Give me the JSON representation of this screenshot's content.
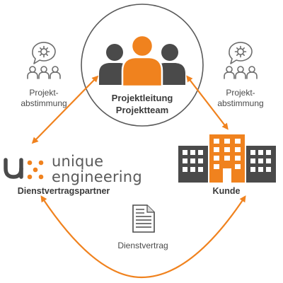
{
  "center": {
    "line1": "Projektleitung",
    "line2": "Projektteam"
  },
  "left_meeting": {
    "line1": "Projekt-",
    "line2": "abstimmung",
    "icon": "meeting-icon"
  },
  "right_meeting": {
    "line1": "Projekt-",
    "line2": "abstimmung",
    "icon": "meeting-icon"
  },
  "partner": {
    "brand_line1": "unique",
    "brand_line2": "engineering",
    "caption": "Dienstvertragspartner",
    "logo": "unique-engineering-logo"
  },
  "customer": {
    "caption": "Kunde",
    "icon": "office-buildings-icon"
  },
  "contract": {
    "caption": "Dienstvertrag",
    "icon": "document-icon"
  },
  "colors": {
    "accent": "#f0821e",
    "dark": "#4a4a4a",
    "light_gray": "#6d6d6d",
    "circle_stroke": "#5a5a5a"
  }
}
